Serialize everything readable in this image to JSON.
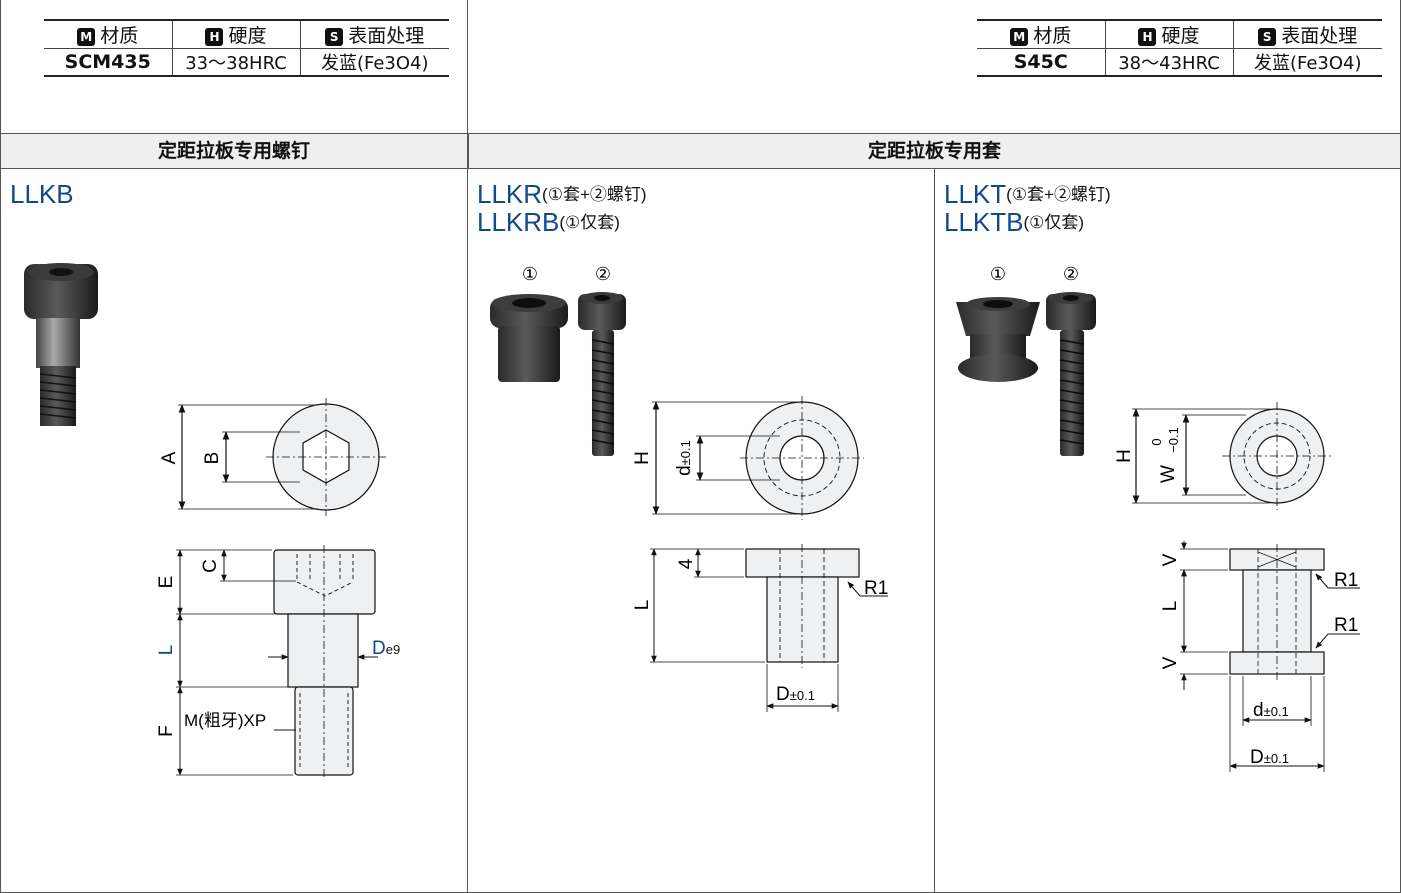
{
  "tables": [
    {
      "headers": [
        {
          "badge": "M",
          "label": "材质"
        },
        {
          "badge": "H",
          "label": "硬度"
        },
        {
          "badge": "S",
          "label": "表面处理"
        }
      ],
      "values": [
        "SCM435",
        "33～38HRC",
        "发蓝(Fe3O4)"
      ]
    },
    {
      "headers": [
        {
          "badge": "M",
          "label": "材质"
        },
        {
          "badge": "H",
          "label": "硬度"
        },
        {
          "badge": "S",
          "label": "表面处理"
        }
      ],
      "values": [
        "S45C",
        "38～43HRC",
        "发蓝(Fe3O4)"
      ]
    }
  ],
  "sections": {
    "screw": "定距拉板专用螺钉",
    "sleeve": "定距拉板专用套"
  },
  "products": {
    "llkb": {
      "code": "LLKB"
    },
    "llkr": {
      "code": "LLKR",
      "note": "(①套+②螺钉)"
    },
    "llkrb": {
      "code": "LLKRB",
      "note": "(①仅套)"
    },
    "llkt": {
      "code": "LLKT",
      "note": "(①套+②螺钉)"
    },
    "lltb": {
      "code": "LLKTB",
      "note": "(①仅套)"
    }
  },
  "markers": {
    "one": "①",
    "two": "②"
  },
  "dims": {
    "A": "A",
    "B": "B",
    "C": "C",
    "E": "E",
    "L": "L",
    "F": "F",
    "D": "D",
    "e9": "e9",
    "thread": "M(粗牙)XP",
    "H": "H",
    "d": "d",
    "tol": "±0.1",
    "four": "4",
    "R1": "R1",
    "W": "W",
    "Wtol_top": "0",
    "Wtol_bot": "−0.1",
    "V": "V"
  },
  "colors": {
    "accent": "#0f4a8a",
    "header_bg": "#efefef"
  }
}
